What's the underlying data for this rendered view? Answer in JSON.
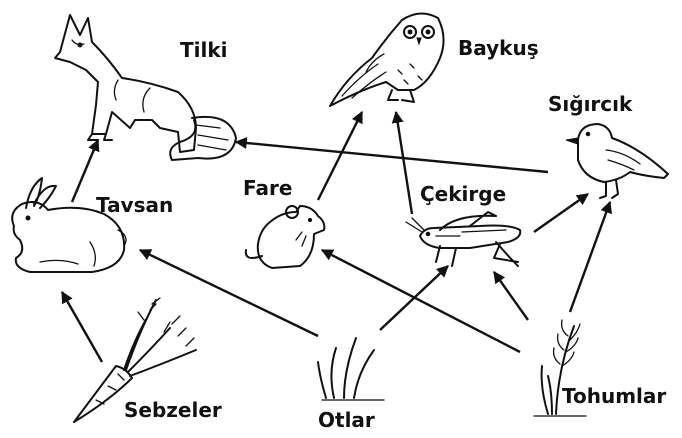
{
  "organisms": {
    "tilki": "Tilki",
    "baykus": "Baykuş",
    "sigircik": "Sığırcık",
    "tavsan": "Tavsan",
    "fare": "Fare",
    "cekirge": "Çekirge",
    "sebzeler": "Sebzeler",
    "otlar": "Otlar",
    "tohumlar": "Tohumlar"
  },
  "links": [
    {
      "from": "Sebzeler",
      "to": "Tavsan"
    },
    {
      "from": "Tavsan",
      "to": "Tilki"
    },
    {
      "from": "Otlar",
      "to": "Tavsan"
    },
    {
      "from": "Otlar",
      "to": "Çekirge"
    },
    {
      "from": "Tohumlar",
      "to": "Fare"
    },
    {
      "from": "Tohumlar",
      "to": "Çekirge"
    },
    {
      "from": "Tohumlar",
      "to": "Sığırcık"
    },
    {
      "from": "Fare",
      "to": "Baykuş"
    },
    {
      "from": "Çekirge",
      "to": "Baykuş"
    },
    {
      "from": "Çekirge",
      "to": "Sığırcık"
    },
    {
      "from": "Sığırcık",
      "to": "Tilki"
    }
  ],
  "icons": [
    "fox-icon",
    "owl-icon",
    "starling-icon",
    "rabbit-icon",
    "mouse-icon",
    "grasshopper-icon",
    "carrot-icon",
    "grass-icon",
    "wheat-icon"
  ]
}
